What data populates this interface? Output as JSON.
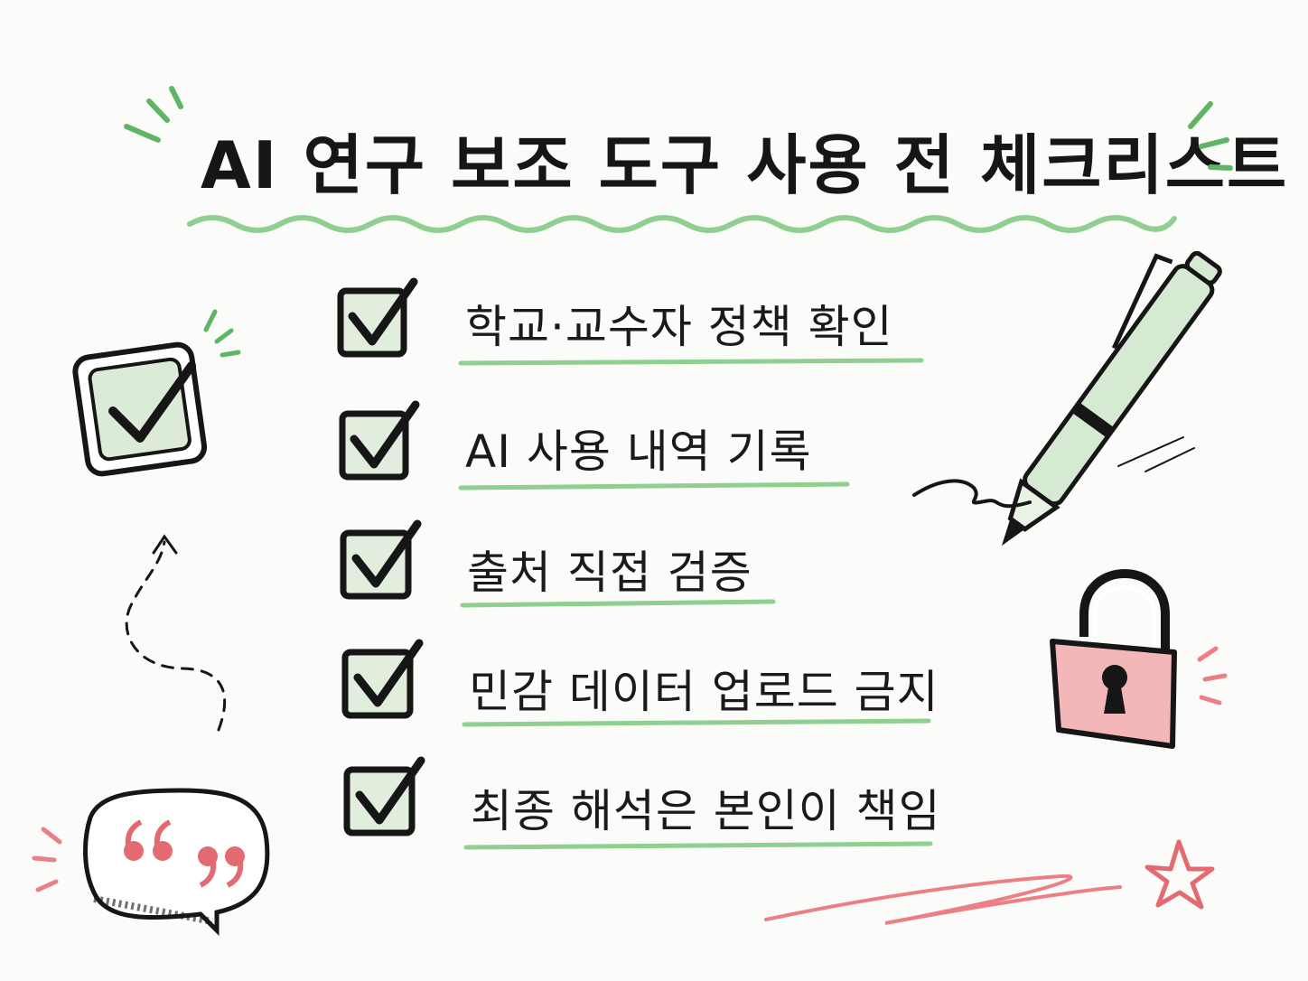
{
  "title": "AI 연구 보조 도구 사용 전 체크리스트",
  "checklist": [
    {
      "label": "학교·교수자 정책 확인",
      "checked": true
    },
    {
      "label": "AI 사용 내역 기록",
      "checked": true
    },
    {
      "label": "출처 직접 검증",
      "checked": true
    },
    {
      "label": "민감 데이터 업로드 금지",
      "checked": true
    },
    {
      "label": "최종 해석은 본인이 책임",
      "checked": true
    }
  ],
  "icons": [
    "big-checkbox-icon",
    "pen-icon",
    "padlock-icon",
    "speech-bubble-quote-icon",
    "star-icon",
    "dashed-arrow-icon"
  ],
  "colors": {
    "accent_green": "#7cc47f",
    "accent_red": "#ec7f86",
    "ink": "#161616",
    "check_fill": "#dcebd8",
    "lock_fill": "#f3b6b9"
  }
}
